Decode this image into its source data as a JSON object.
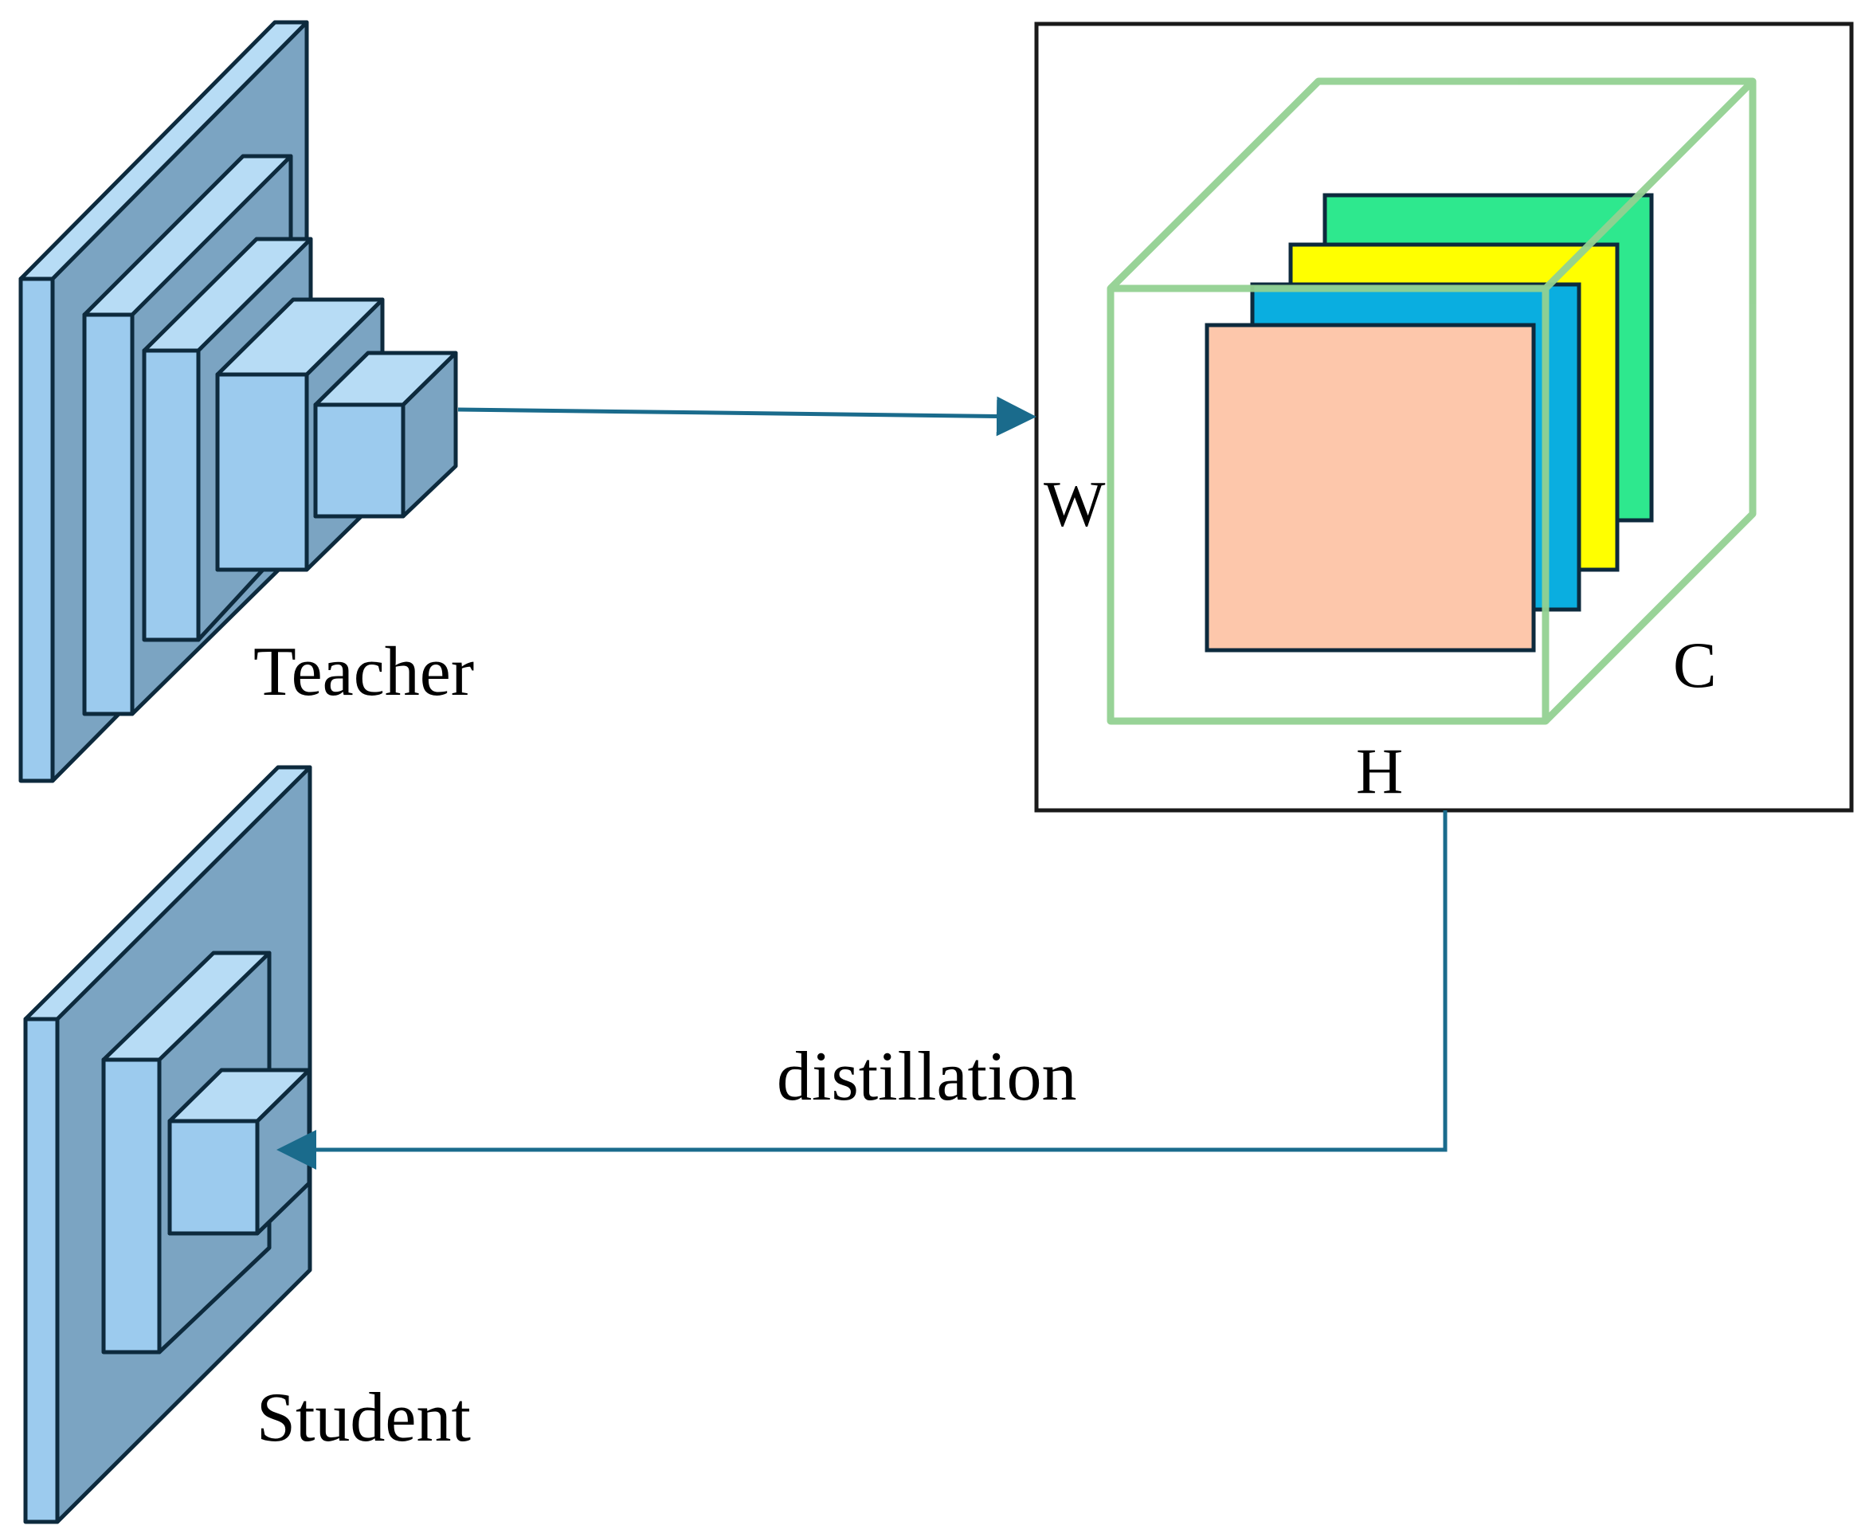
{
  "labels": {
    "teacher": "Teacher",
    "student": "Student",
    "distillation": "distillation",
    "dim_w": "W",
    "dim_h": "H",
    "dim_c": "C"
  },
  "colors": {
    "block_face": "#9ccbee",
    "block_side": "#7ba4c2",
    "block_top": "#b7dcf5",
    "outline": "#0d2a3d",
    "arrow": "#1a6b8c",
    "cube_outline": "#93d192",
    "map_salmon": "#fdc7ab",
    "map_blue": "#0aaee0",
    "map_yellow": "#ffff00",
    "map_green": "#2ee88e",
    "frame": "#1a1a1a"
  }
}
